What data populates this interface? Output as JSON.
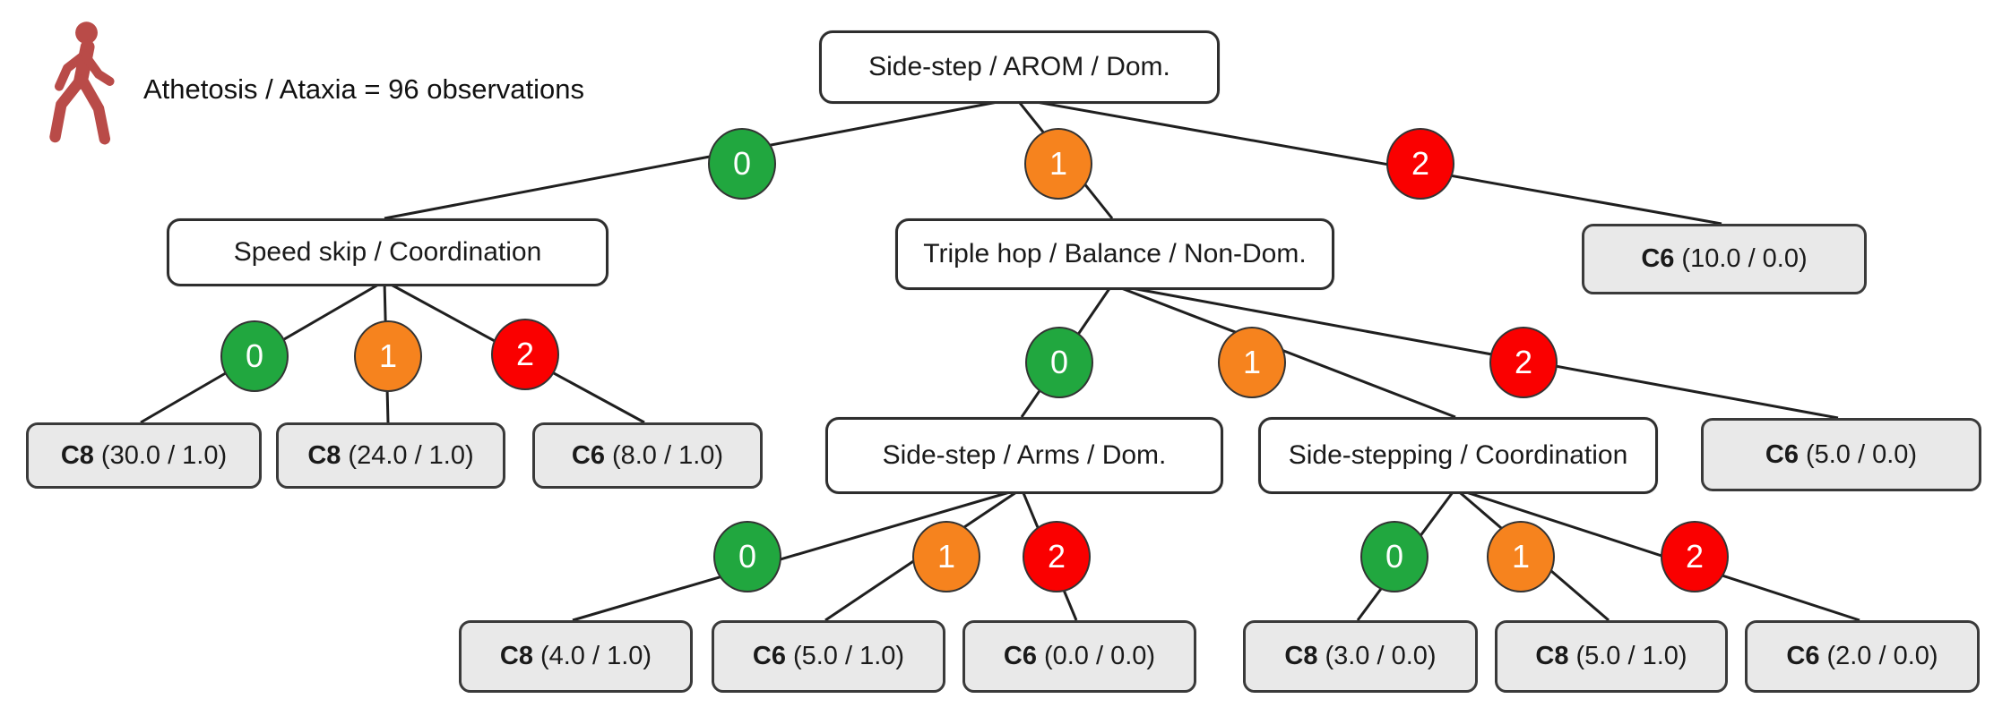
{
  "header": {
    "icon": "walking-person-icon",
    "caption": "Athetosis / Ataxia = 96 observations"
  },
  "colors": {
    "score_0_green": "#21a73f",
    "score_1_orange": "#f6831e",
    "score_2_red": "#fa0000",
    "leaf_fill": "#e9e9e9",
    "node_fill": "#ffffff",
    "edge_black": "#1f1f1f",
    "icon_red": "#b94b48"
  },
  "tree": {
    "decision_nodes": [
      {
        "id": "root",
        "label": "Side-step / AROM / Dom."
      },
      {
        "id": "speed_skip",
        "label": "Speed skip / Coordination"
      },
      {
        "id": "triple_hop",
        "label": "Triple hop / Balance / Non-Dom."
      },
      {
        "id": "side_step_arms",
        "label": "Side-step / Arms / Dom."
      },
      {
        "id": "side_stepping",
        "label": "Side-stepping / Coordination"
      }
    ],
    "leaf_nodes": [
      {
        "id": "leaf_c6_10",
        "class": "C6",
        "stats": "(10.0 / 0.0)"
      },
      {
        "id": "leaf_c8_30",
        "class": "C8",
        "stats": "(30.0 / 1.0)"
      },
      {
        "id": "leaf_c8_24",
        "class": "C8",
        "stats": "(24.0 / 1.0)"
      },
      {
        "id": "leaf_c6_8",
        "class": "C6",
        "stats": "(8.0 / 1.0)"
      },
      {
        "id": "leaf_c6_5_right",
        "class": "C6",
        "stats": "(5.0 / 0.0)"
      },
      {
        "id": "leaf_c8_4",
        "class": "C8",
        "stats": "(4.0 / 1.0)"
      },
      {
        "id": "leaf_c6_5_mid",
        "class": "C6",
        "stats": "(5.0 / 1.0)"
      },
      {
        "id": "leaf_c6_0",
        "class": "C6",
        "stats": "(0.0 / 0.0)"
      },
      {
        "id": "leaf_c8_3",
        "class": "C8",
        "stats": "(3.0 / 0.0)"
      },
      {
        "id": "leaf_c8_5",
        "class": "C8",
        "stats": "(5.0 / 1.0)"
      },
      {
        "id": "leaf_c6_2",
        "class": "C6",
        "stats": "(2.0 / 0.0)"
      }
    ],
    "branches": [
      {
        "parent": "root",
        "score": "0"
      },
      {
        "parent": "root",
        "score": "1"
      },
      {
        "parent": "root",
        "score": "2"
      },
      {
        "parent": "speed_skip",
        "score": "0"
      },
      {
        "parent": "speed_skip",
        "score": "1"
      },
      {
        "parent": "speed_skip",
        "score": "2"
      },
      {
        "parent": "triple_hop",
        "score": "0"
      },
      {
        "parent": "triple_hop",
        "score": "1"
      },
      {
        "parent": "triple_hop",
        "score": "2"
      },
      {
        "parent": "side_step_arms",
        "score": "0"
      },
      {
        "parent": "side_step_arms",
        "score": "1"
      },
      {
        "parent": "side_step_arms",
        "score": "2"
      },
      {
        "parent": "side_stepping",
        "score": "0"
      },
      {
        "parent": "side_stepping",
        "score": "1"
      },
      {
        "parent": "side_stepping",
        "score": "2"
      }
    ]
  }
}
